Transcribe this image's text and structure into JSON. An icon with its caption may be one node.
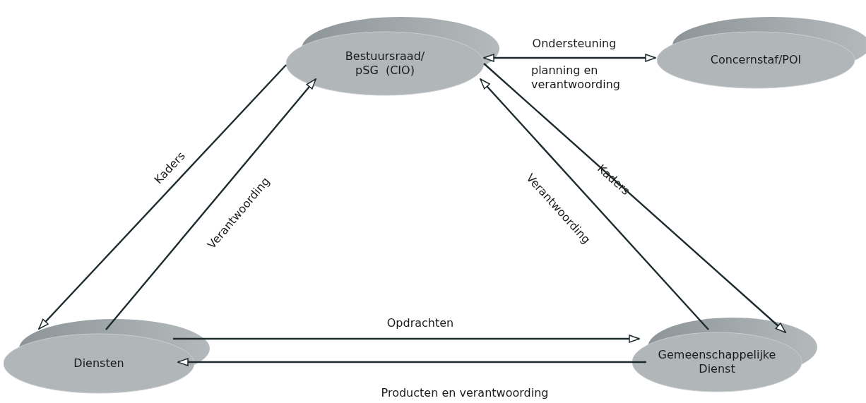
{
  "diagram": {
    "nodes": [
      {
        "text": [
          "Bestuursraad/ pSG  (CIO)"
        ]
      },
      {
        "text": [
          "Concernstaf/POI"
        ]
      },
      {
        "text": [
          "Diensten"
        ]
      },
      {
        "text": [
          "Gemeenschappelijke Dienst"
        ]
      }
    ],
    "edges": [
      {
        "from": 0,
        "to": 2,
        "arrow": "to",
        "label": "Kaders"
      },
      {
        "from": 2,
        "to": 0,
        "arrow": "to",
        "label": "Verantwoording"
      },
      {
        "from": 3,
        "to": 0,
        "arrow": "to",
        "label": "Verantwoording"
      },
      {
        "from": 0,
        "to": 3,
        "arrow": "to",
        "label": "Kaders"
      },
      {
        "from": 0,
        "to": 1,
        "arrow": "both",
        "label": "Ondersteuning"
      },
      {
        "from": 2,
        "to": 3,
        "arrow": "to",
        "label": "Opdrachten"
      },
      {
        "from": 3,
        "to": 2,
        "arrow": "to",
        "label": "Producten en verantwoording"
      }
    ],
    "labels": [
      "planning en verantwoording"
    ]
  }
}
